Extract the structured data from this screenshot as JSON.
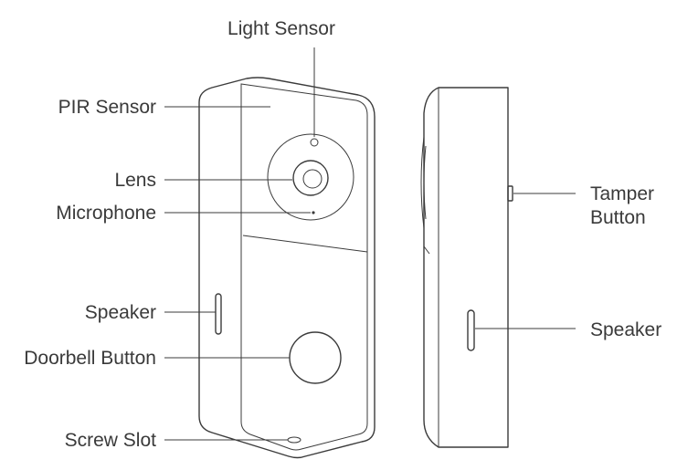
{
  "labels": {
    "light_sensor": "Light Sensor",
    "pir_sensor": "PIR Sensor",
    "lens": "Lens",
    "microphone": "Microphone",
    "speaker_front": "Speaker",
    "doorbell_button": "Doorbell Button",
    "screw_slot": "Screw Slot",
    "tamper_button_line1": "Tamper",
    "tamper_button_line2": "Button",
    "speaker_side": "Speaker"
  },
  "colors": {
    "line": "#3b3b3b",
    "text": "#3a3a3a",
    "background": "#ffffff"
  }
}
